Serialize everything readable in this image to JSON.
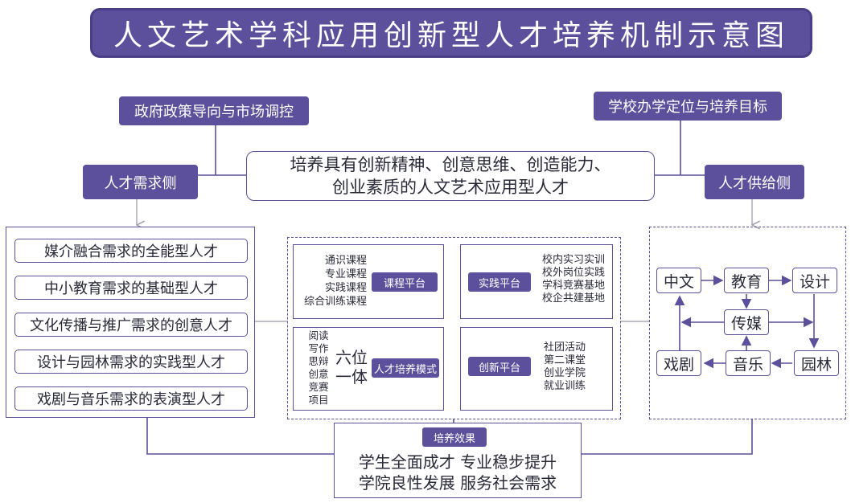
{
  "title": "人文艺术学科应用创新型人才培养机制示意图",
  "top_left_tag": "政府政策导向与市场调控",
  "top_right_tag": "学校办学定位与培养目标",
  "demand_tag": "人才需求侧",
  "supply_tag": "人才供给侧",
  "goal": {
    "line1": "培养具有创新精神、创意思维、创造能力、",
    "line2": "创业素质的人文艺术应用型人才"
  },
  "demand_items": [
    "媒介融合需求的全能型人才",
    "中小教育需求的基础型人才",
    "文化传播与推广需求的创意人才",
    "设计与园林需求的实践型人才",
    "戏剧与音乐需求的表演型人才"
  ],
  "platforms": {
    "course": {
      "label": "课程平台",
      "items": [
        "通识课程",
        "专业课程",
        "实践课程",
        "综合训练课程"
      ]
    },
    "practice": {
      "label": "实践平台",
      "items": [
        "校内实习实训",
        "校外岗位实践",
        "学科竞赛基地",
        "校企共建基地"
      ]
    },
    "model": {
      "label": "人才培养模式",
      "chars": [
        "阅读",
        "写作",
        "思辩",
        "创意",
        "竞赛",
        "项目"
      ],
      "six_line1": "六位",
      "six_line2": "一体"
    },
    "innovation": {
      "label": "创新平台",
      "items": [
        "社团活动",
        "第二课堂",
        "创业学院",
        "就业训练"
      ]
    }
  },
  "supply_nodes": {
    "chinese": "中文",
    "education": "教育",
    "design": "设计",
    "media": "传媒",
    "drama": "戏剧",
    "music": "音乐",
    "garden": "园林"
  },
  "effect": {
    "label": "培养效果",
    "line1": "学生全面成才 专业稳步提升",
    "line2": "学院良性发展 服务社会需求"
  },
  "colors": {
    "accent": "#5c4f9b",
    "connector": "#9a9aa8"
  }
}
